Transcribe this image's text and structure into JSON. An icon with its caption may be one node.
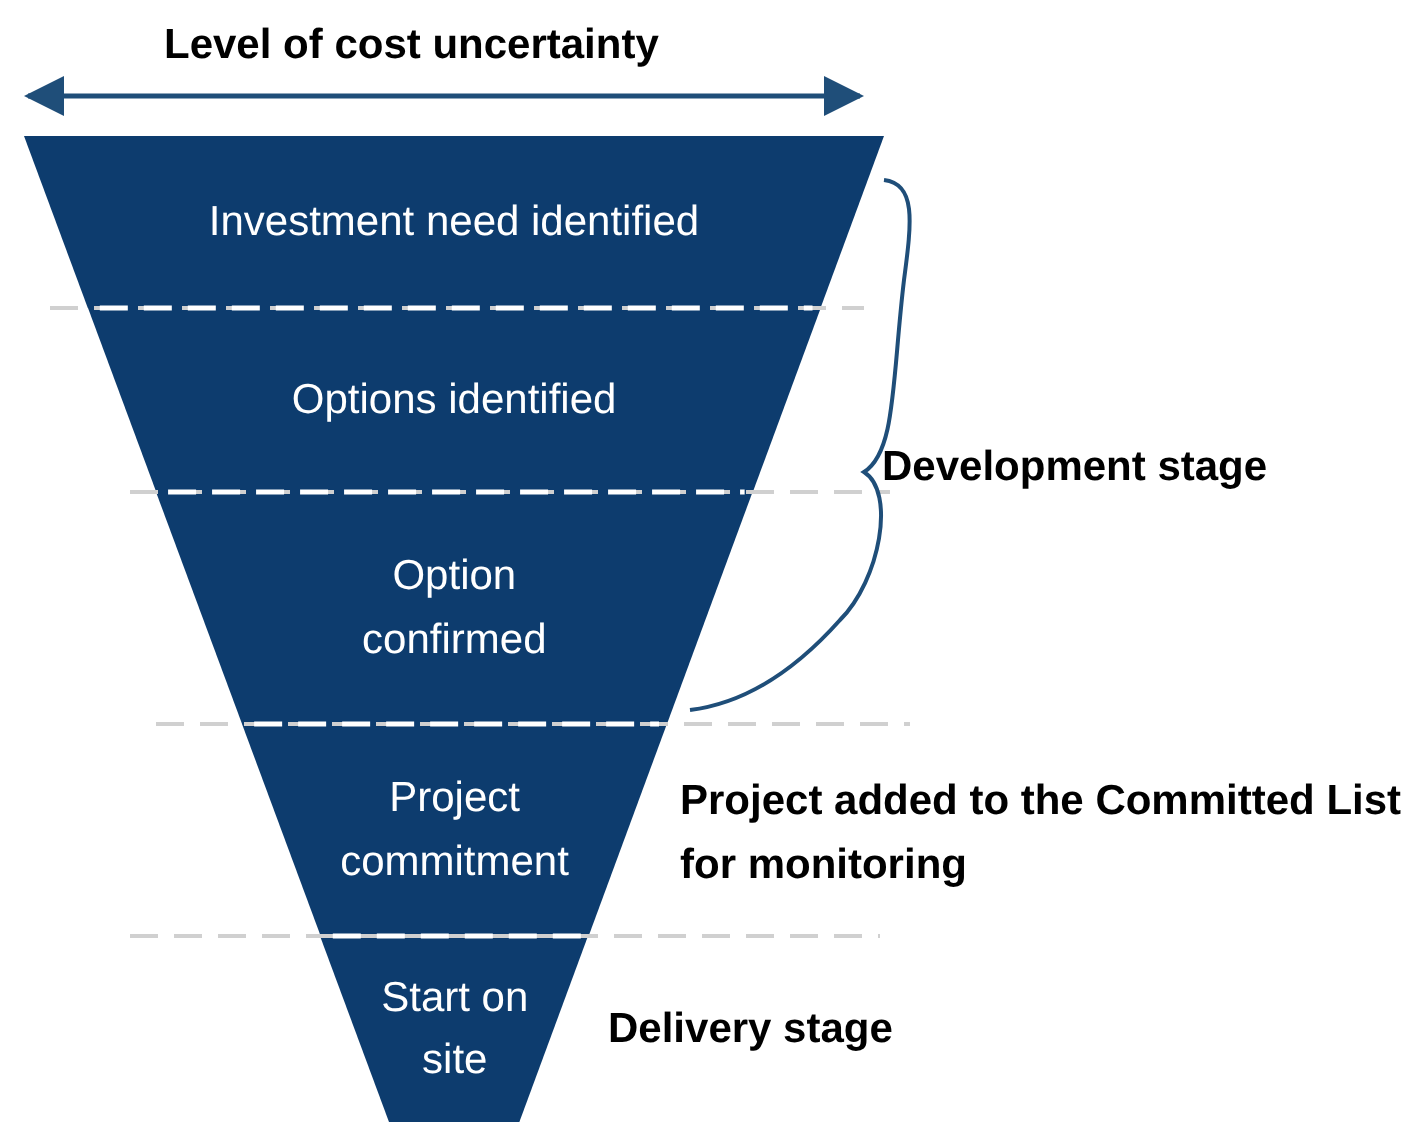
{
  "diagram": {
    "title": "Level of cost uncertainty",
    "nodes": [
      {
        "text": [
          "Investment need identified"
        ]
      },
      {
        "text": [
          "Options identified"
        ]
      },
      {
        "text": [
          "Option confirmed"
        ]
      },
      {
        "text": [
          "Project commitment"
        ]
      },
      {
        "text": [
          "Start on site"
        ]
      }
    ],
    "labels": [
      "Development stage",
      "Project added to the Committed List for monitoring",
      "Delivery stage"
    ]
  }
}
